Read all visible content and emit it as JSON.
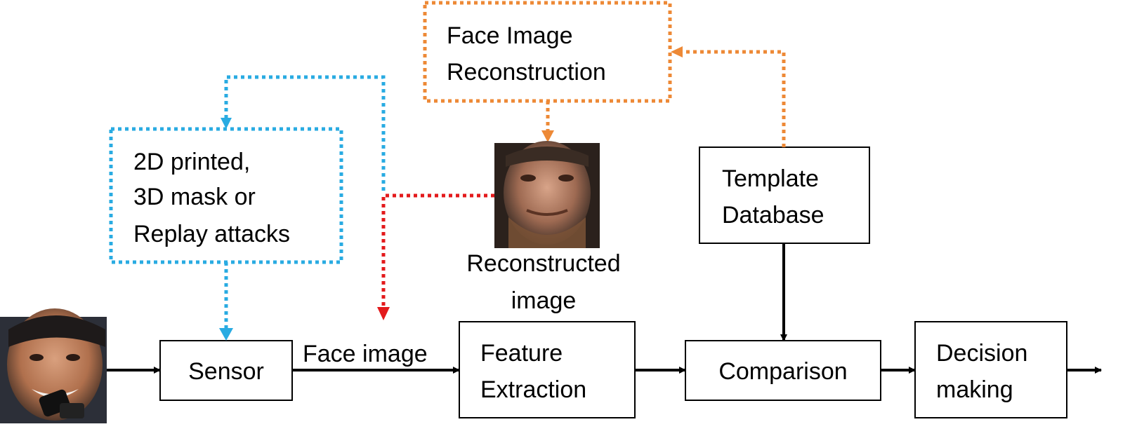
{
  "diagram": {
    "blocks": {
      "sensor": "Sensor",
      "feature_extraction": [
        "Feature",
        "Extraction"
      ],
      "comparison": "Comparison",
      "decision_making": [
        "Decision",
        "making"
      ],
      "template_database": [
        "Template",
        "Database"
      ],
      "face_image_reconstruction": [
        "Face Image",
        "Reconstruction"
      ],
      "attacks": [
        "2D printed,",
        "3D mask or",
        "Replay attacks"
      ]
    },
    "labels": {
      "face_image": "Face image",
      "reconstructed_image": [
        "Reconstructed",
        "image"
      ]
    },
    "colors": {
      "main_flow": "#000000",
      "presentation_attack_path": "#29abe2",
      "reconstruction_path": "#ed8936",
      "injection_path": "#e31a1c"
    },
    "icons": {
      "input_face": "face-photo-icon",
      "reconstructed_face": "reconstructed-face-icon"
    }
  }
}
